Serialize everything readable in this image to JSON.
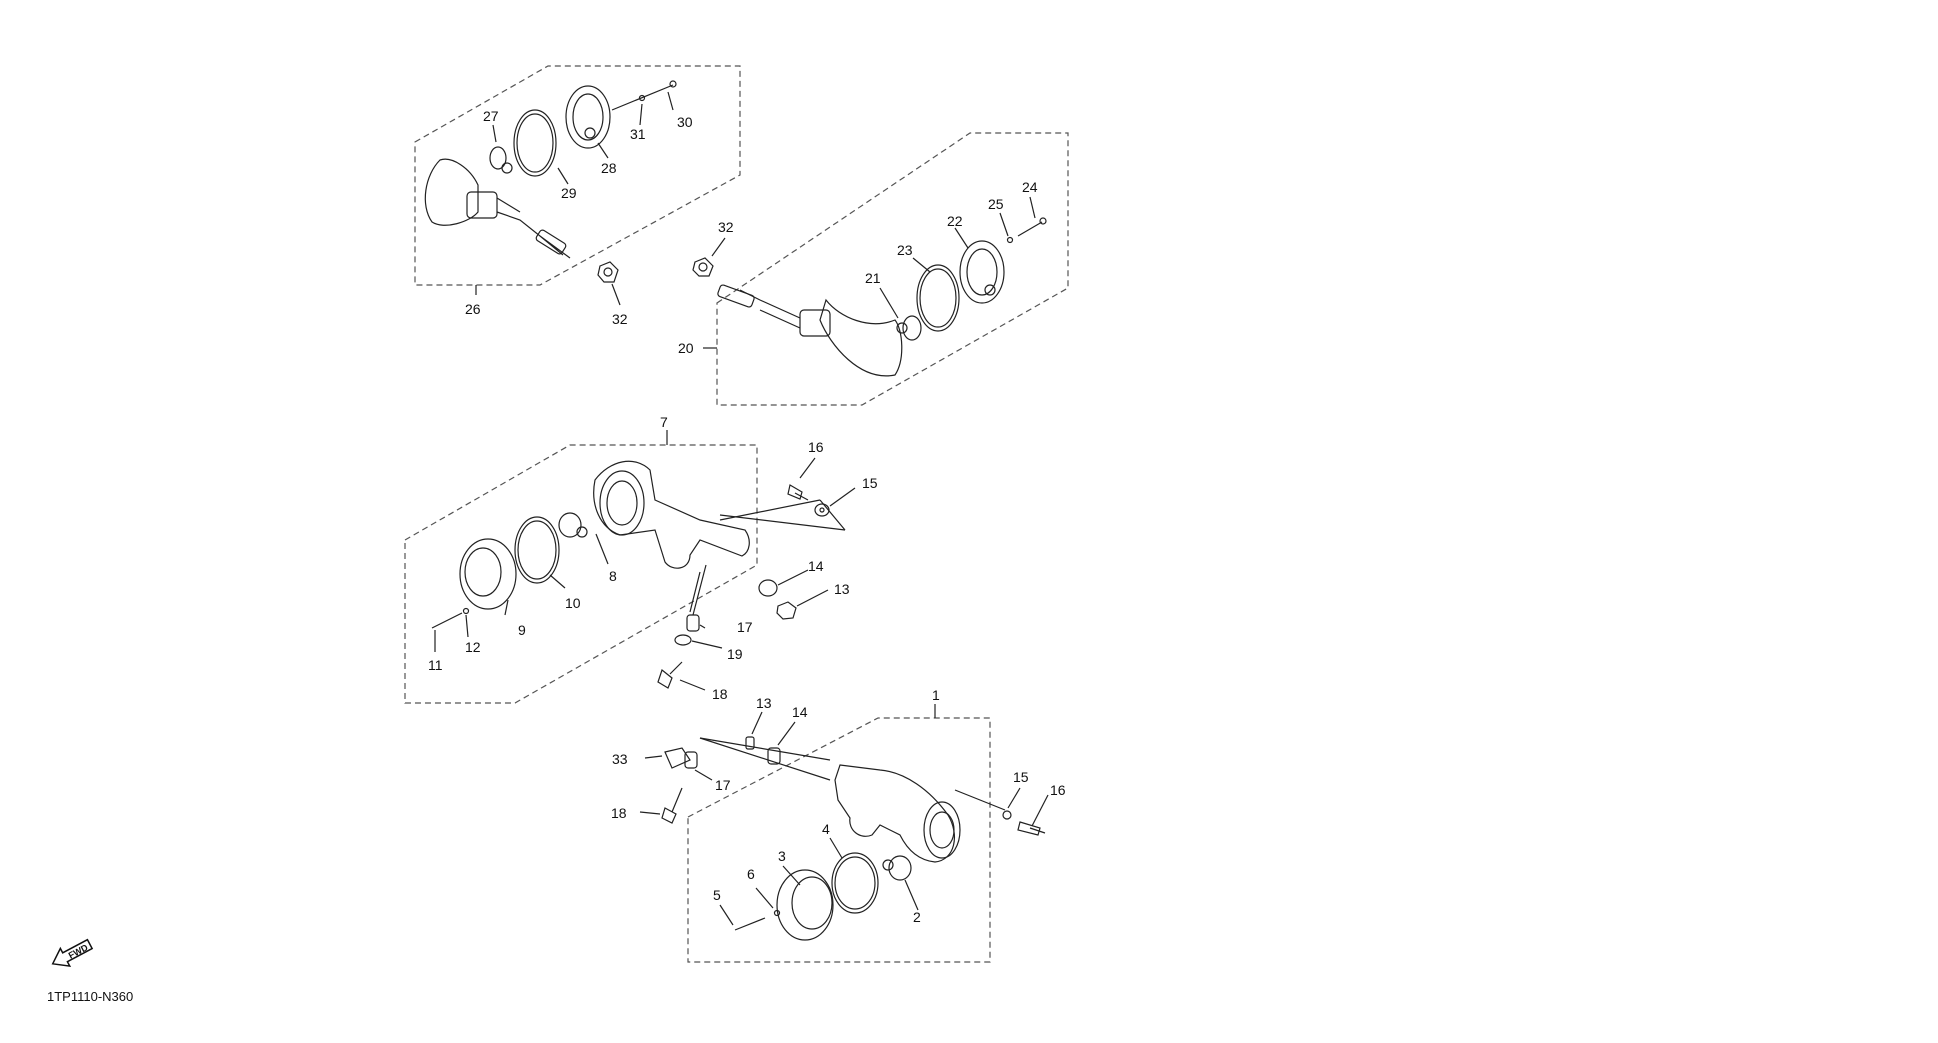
{
  "diagram_code": "1TP1110-N360",
  "fwd_label": "FWD",
  "callouts": {
    "c26": "26",
    "c27": "27",
    "c28": "28",
    "c29": "29",
    "c30": "30",
    "c31": "31",
    "c32a": "32",
    "c32b": "32",
    "c20": "20",
    "c21": "21",
    "c22": "22",
    "c23": "23",
    "c24": "24",
    "c25": "25",
    "c7": "7",
    "c8": "8",
    "c9": "9",
    "c10": "10",
    "c11": "11",
    "c12": "12",
    "c13a": "13",
    "c14a": "14",
    "c15a": "15",
    "c16a": "16",
    "c17a": "17",
    "c18a": "18",
    "c19": "19",
    "c1": "1",
    "c2": "2",
    "c3": "3",
    "c4": "4",
    "c5": "5",
    "c6": "6",
    "c13b": "13",
    "c14b": "14",
    "c15b": "15",
    "c16b": "16",
    "c17b": "17",
    "c18b": "18",
    "c33": "33"
  },
  "icons": {
    "fwd_arrow": "fwd-arrow-icon"
  }
}
